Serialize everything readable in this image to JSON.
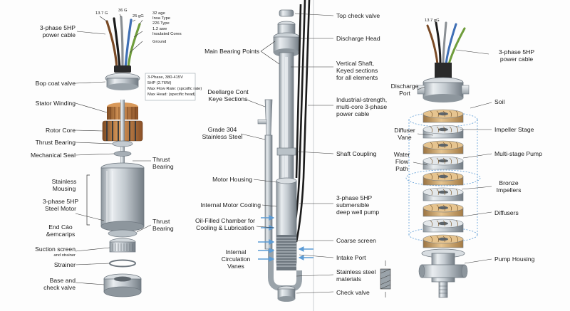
{
  "left_panel": {
    "cable_sizes": {
      "size_13_7": "13.7 G",
      "size_36": "36 G",
      "size_25": "25 gG"
    },
    "cable_notes": {
      "age_32": "32 age\nInsa Type",
      "type_226": "226 Type",
      "insulated_cores": "1.2 awe\nInsulated Cores",
      "ground": "Ground"
    },
    "labels": {
      "power_cable": "3-phase 5HP\npower cable",
      "coat_valve": "Bop coat valve",
      "stator_winding": "Stator Winding",
      "rotor_core": "Rotor Core",
      "thrust_bearing_top": "Thrust Bearing",
      "mechanical_seal": "Mechanical Seal",
      "thrust_bearing_right": "Thrust\nBearing",
      "stainless_housing": "Stainless\nMousing",
      "steel_motor": "3-phase 5HP\nSteel Motor",
      "thrust_bearing_bottom": "Thrust\nBearing",
      "end_caps": "End Cáo\n&emcarips",
      "suction_screen": "Suction screen",
      "and_strainer": "and strainer",
      "strainer": "Strainer",
      "base_check_valve": "Base and\ncheck valve"
    },
    "spec_box": {
      "phase_volts": "3-Phase, 380-415V",
      "power": "5HP (2.76W)",
      "max_flow": "Max Flow Rate: (spcsific rate)",
      "max_head": "Max Head: (specific head)"
    }
  },
  "middle_panel": {
    "labels": {
      "top_check_valve": "Top check valve",
      "discharge_head": "Discharge Head",
      "main_bearing_points": "Main Bearing Points",
      "vertical_shaft": "Vertical Shaft,\nKeyed sections\nfor all elements",
      "deellarge_cont": "Deellarge Cont\nKeye Sections",
      "industrial_cable": "Industrial-strength,\nmulti-core 3-phase\npower cable",
      "grade_304": "Grade 304\nStainless Steel",
      "shaft_coupling": "Shaft Coupling",
      "motor_housing": "Motor Housing",
      "internal_motor_cooling": "Internal Motor Cooling",
      "submersible_pump": "3-phase 5HP\nsubmersible\ndeep well pump",
      "oil_filled_chamber": "Oil-Filled Chamber for\nCooling & Lubrication",
      "coarse_screen": "Coarse screen",
      "internal_circulation": "Internal\nCirculation\nVanes",
      "intake_port": "Intake Port",
      "stainless_materials": "Stainless steel\nmaterials",
      "check_valve": "Check valve"
    }
  },
  "right_panel": {
    "labels": {
      "cable_size": "13.7 gG",
      "power_cable": "3-phase 5HP\npower cable",
      "discharge_port": "Discharge\nPort",
      "soil": "Soil",
      "diffuser_vane": "Diffuser\nVane",
      "impeller_stage": "Impeller Stage",
      "water_flow_path": "Water\nFlow\nPath",
      "multi_stage_pump": "Multi-stage Pump",
      "bronze_impellers": "Bronze\nImpellers",
      "diffusers": "Diffusers",
      "pump_housing": "Pump Housing"
    }
  },
  "colors": {
    "steel_light": "#e8ecef",
    "steel_mid": "#b9c1c7",
    "steel_dark": "#6f7880",
    "copper": "#b8743c",
    "bronze": "#c9a067",
    "wire_brown": "#7a4a25",
    "wire_black": "#1c1c1c",
    "wire_grey": "#8a8f94",
    "wire_blue": "#3f6fb5",
    "wire_green": "#6f9d3c",
    "water_blue": "#5b9bd5",
    "leader": "#333333"
  }
}
